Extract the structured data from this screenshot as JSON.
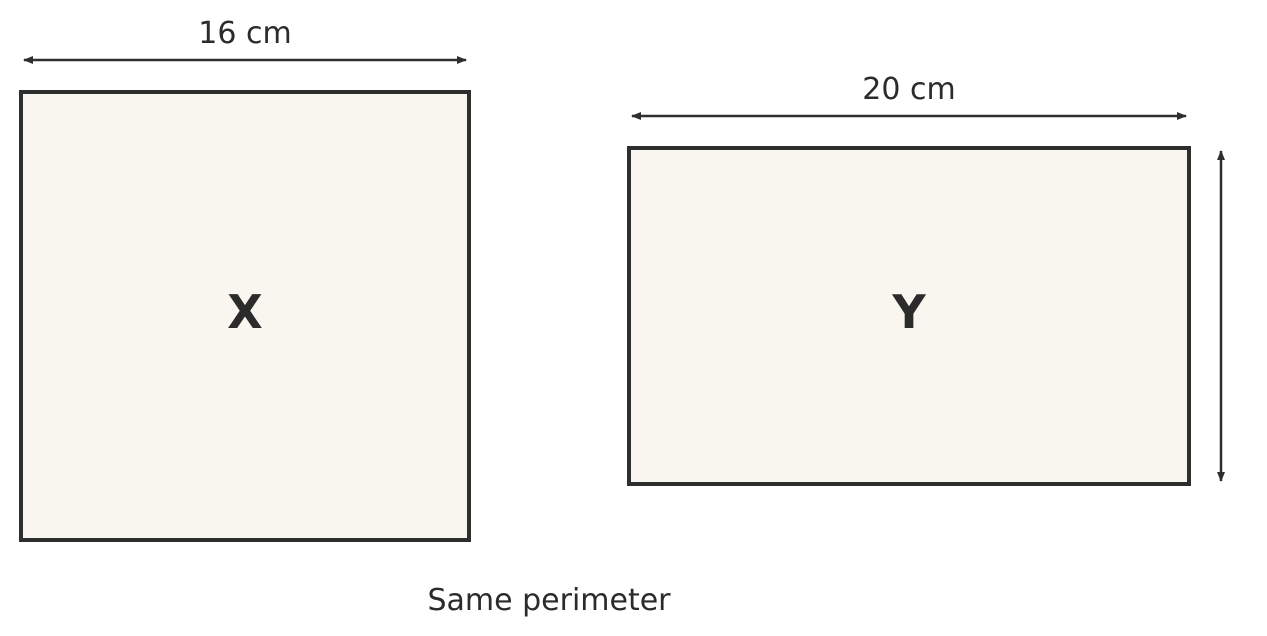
{
  "shapes": {
    "x": {
      "label": "X",
      "width_label": "16 cm",
      "fill": "#f9f5ef",
      "stroke": "#2e2e2e"
    },
    "y": {
      "label": "Y",
      "width_label": "20 cm",
      "height_label": "",
      "fill": "#f9f5ef",
      "stroke": "#2e2e2e"
    }
  },
  "caption": "Same perimeter"
}
